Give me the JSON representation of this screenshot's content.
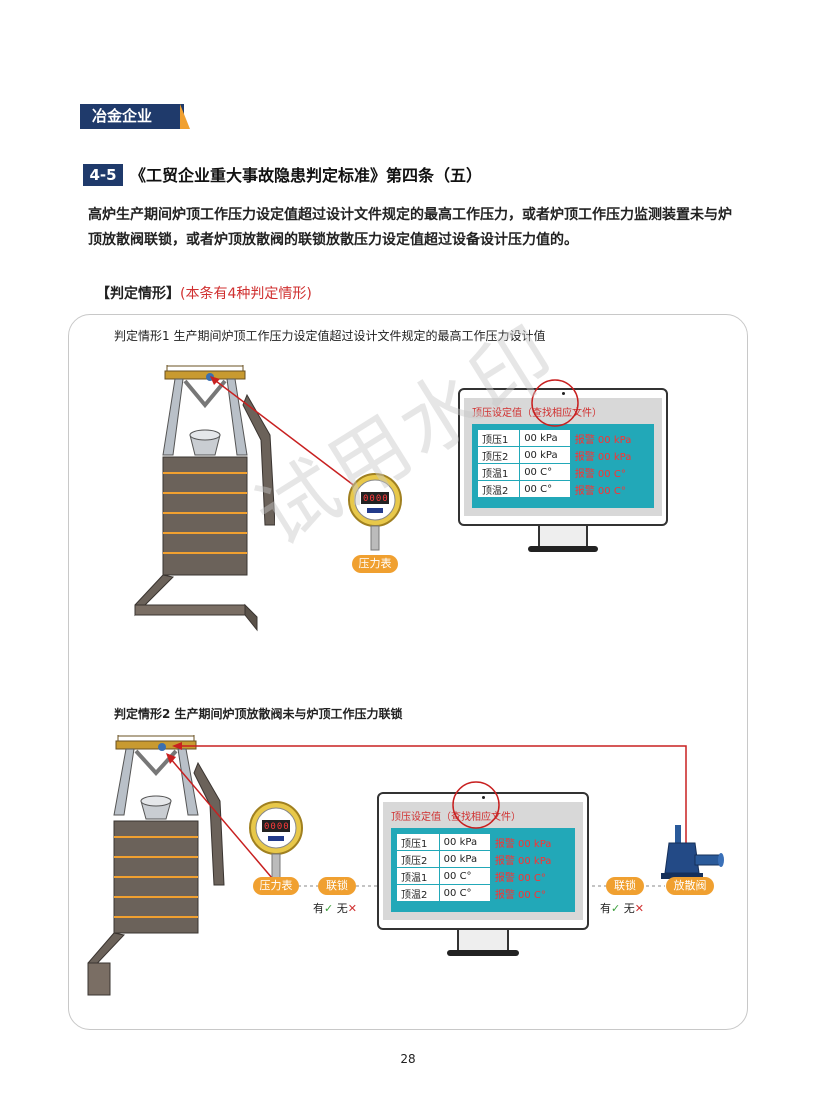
{
  "header": {
    "section_tag": "冶金企业",
    "article_number": "4-5",
    "article_title": "《工贸企业重大事故隐患判定标准》第四条（五）",
    "rule_text": "高炉生产期间炉顶工作压力设定值超过设计文件规定的最高工作压力，或者炉顶工作压力监测装置未与炉顶放散阀联锁，或者炉顶放散阀的联锁放散压力设定值超过设备设计压力值的。"
  },
  "judge": {
    "label": "【判定情形】",
    "note": "(本条有4种判定情形)"
  },
  "case1": {
    "title": "判定情形1  生产期间炉顶工作压力设定值超过设计文件规定的最高工作压力设计值",
    "gauge_label": "压力表",
    "gauge_display": "0000",
    "monitor": {
      "header": "顶压设定值（查找相应文件）",
      "rows": [
        {
          "label": "顶压1",
          "value": "00 kPa",
          "alarm": "报警  00 kPa"
        },
        {
          "label": "顶压2",
          "value": "00 kPa",
          "alarm": "报警  00 kPa"
        },
        {
          "label": "顶温1",
          "value": "00 C°",
          "alarm": "报警  00 C°"
        },
        {
          "label": "顶温2",
          "value": "00 C°",
          "alarm": "报警  00 C°"
        }
      ]
    }
  },
  "case2": {
    "title": "判定情形2  生产期间炉顶放散阀未与炉顶工作压力联锁",
    "gauge_label": "压力表",
    "gauge_display": "0000",
    "interlock_left": "联锁",
    "interlock_right": "联锁",
    "valve_label": "放散阀",
    "yes": "有",
    "no": "无",
    "monitor": {
      "header": "顶压设定值（查找相应文件）",
      "rows": [
        {
          "label": "顶压1",
          "value": "00 kPa",
          "alarm": "报警  00 kPa"
        },
        {
          "label": "顶压2",
          "value": "00 kPa",
          "alarm": "报警  00 kPa"
        },
        {
          "label": "顶温1",
          "value": "00 C°",
          "alarm": "报警  00 C°"
        },
        {
          "label": "顶温2",
          "value": "00 C°",
          "alarm": "报警  00 C°"
        }
      ]
    }
  },
  "watermark": "试用水印",
  "page_number": "28",
  "colors": {
    "navy": "#1f3a6b",
    "orange": "#f0a030",
    "red": "#d03030",
    "teal": "#22a8b8"
  }
}
